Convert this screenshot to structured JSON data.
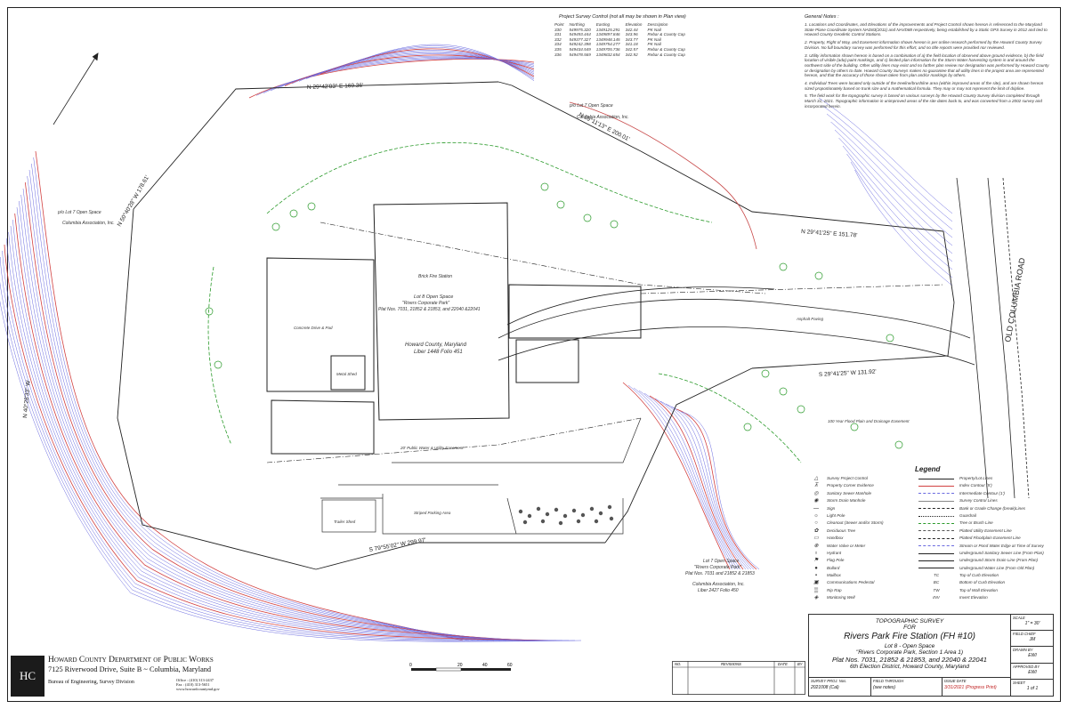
{
  "control": {
    "title": "Project Survey Control (not all may be shown in Plan view)",
    "headers": [
      "Point",
      "Northing",
      "Easting",
      "Elevation",
      "Description"
    ],
    "rows": [
      [
        "330",
        "549975.320",
        "1349125.291",
        "342.44",
        "PK Nail"
      ],
      [
        "331",
        "549493.444",
        "1349897.846",
        "343.96",
        "Rebar & County Cap"
      ],
      [
        "332",
        "549377.327",
        "1349948.145",
        "343.77",
        "PK Nail"
      ],
      [
        "334",
        "549242.398",
        "1349754.277",
        "341.18",
        "PK Nail"
      ],
      [
        "335",
        "549434.549",
        "1349705.736",
        "342.57",
        "Rebar & County Cap"
      ],
      [
        "336",
        "549478.569",
        "1349832.654",
        "342.92",
        "Rebar & County Cap"
      ]
    ]
  },
  "notes": {
    "title": "General Notes :",
    "items": [
      "1. Locations and Coordinates, and Elevations of the improvements and Project Control shown hereon is referenced to the Maryland State Plane Coordinate System NAD83(2011) and NAVD88 respectively, being established by a Static GPS Survey in 2012 and tied to Howard County Geodetic Control Stations.",
      "2. Property, Right of Way, and Easement information shown hereon is per online research performed by the Howard County Survey Division. No full boundary survey was performed for this effort, and no title reports were provided nor reviewed.",
      "3. Utility information shown hereon is based on a combination of a) the field location of observed above ground evidence, b) the field location of visible (ada) paint markings, and c) limited plan information for the Storm Water harvesting system in and around the northwest side of the building. Other utility lines may exist and no further plan review nor designation was performed by Howard County or designation by others to date. Howard County Surveys makes no guarantee that all utility lines in the project area are represented hereon, and that the accuracy of those shown taken from plan and/or markings by others.",
      "4. Individual Trees were located only outside of the treeline/brushline area (within improved areas of the site), and are shown hereon sized proportionately based on trunk size and a mathematical formula. They may or may not represent the limit of dripline.",
      "5. The field work for the topographic survey is based on various surveys by the Howard County Survey division completed through March 31, 2021. Topographic information in unimproved areas of the site dates back to, and was converted from a 2002 survey and incorporated herein."
    ]
  },
  "plan_labels": {
    "lot_main": "Lot 8 Open Space",
    "lot_main2": "\"Rivers Corporate Park\"",
    "lot_main3": "Plat Nos. 7031, 21852 & 21853, and 22040 &22041",
    "owner": "Howard County, Maryland",
    "liber": "Liber 1448 Folio 451",
    "building": "Brick Fire Station",
    "road": "OLD COLUMBIA ROAD",
    "bearing1": "N 29°42'03\" E   169.36'",
    "bearing2": "N 59°11'13\" E  200.01'",
    "bearing3": "N 29°41'25\" E   151.78'",
    "bearing4": "S 29°41'25\" W   131.92'",
    "bearing5": "S 79°55'02\" W   299.97'",
    "bearing6": "N 50°40'28\" W   178.61'",
    "bearing7": "N 40°28'33\" W",
    "open_space_nw": "p/o Lot 7 Open Space",
    "open_space_nw2": "Columbia Association, Inc.",
    "open_space_n": "p/o Lot 7 Open Space",
    "open_space_n2": "Columbia Association, Inc.",
    "open_space_s": "Lot 7 Open Space",
    "open_space_s2": "\"Rivers Corporate Park\"",
    "open_space_s3": "Plat Nos. 7031 and 21852 & 21853",
    "open_space_s4": "Columbia Association, Inc.",
    "open_space_s5": "Liber 2427 Folio 450",
    "concrete": "Concrete Drive & Pad",
    "asphalt": "Asphalt Paving",
    "striped": "Striped Parking Area",
    "metal_shed": "Metal Shed",
    "trailer": "Trailer Shed",
    "flood": "100 Year Flood Plain and Drainage Easement",
    "utility": "20' Public Water & Utility Easement"
  },
  "legend": {
    "title": "Legend",
    "left": [
      {
        "sym": "△",
        "label": "Survey Project Control"
      },
      {
        "sym": "⊼",
        "label": "Property Corner Evidence"
      },
      {
        "sym": "◎",
        "label": "Sanitary Sewer Manhole"
      },
      {
        "sym": "◉",
        "label": "Storm Drain Manhole"
      },
      {
        "sym": "—",
        "label": "Sign"
      },
      {
        "sym": "☼",
        "label": "Light Pole"
      },
      {
        "sym": "○",
        "label": "Cleanout (Sewer and/or Storm)"
      },
      {
        "sym": "✿",
        "label": "Deciduous Tree"
      },
      {
        "sym": "▭",
        "label": "Handbox"
      },
      {
        "sym": "⊗",
        "label": "Water Valve or Meter"
      },
      {
        "sym": "♁",
        "label": "Hydrant"
      },
      {
        "sym": "⚑",
        "label": "Flag Pole"
      },
      {
        "sym": "●",
        "label": "Bollard"
      },
      {
        "sym": "▪",
        "label": "Mailbox"
      },
      {
        "sym": "▣",
        "label": "Communications Pedestal"
      },
      {
        "sym": "▒",
        "label": "Rip Rap"
      },
      {
        "sym": "◈",
        "label": "Monitoring Well"
      }
    ],
    "right": [
      {
        "style": "solid-dark",
        "label": "Property/Lot Lines"
      },
      {
        "style": "solid-red",
        "label": "Index Contour (5')"
      },
      {
        "style": "dash-blue",
        "label": "Intermediate Contour (1')"
      },
      {
        "style": "solid-gray",
        "label": "Survey Control Lines"
      },
      {
        "style": "dash-dark",
        "label": "Bank or Grade Change (break)Lines"
      },
      {
        "style": "dot-dark",
        "label": "Guardrail"
      },
      {
        "style": "dash-green",
        "label": "Tree or Brush Line"
      },
      {
        "style": "dashdot",
        "label": "Platted Utility Easement Line"
      },
      {
        "style": "dash-dark",
        "label": "Platted Floodplain Easement Line"
      },
      {
        "style": "dash-blue",
        "label": "Stream or Pond Water Edge at Time of Survey"
      },
      {
        "style": "solid-dark",
        "label": "Underground Sanitary Sewer Line (From Plan)"
      },
      {
        "style": "solid-dark",
        "label": "Underground Storm Drain Line (From Plan)"
      },
      {
        "style": "solid-dark",
        "label": "Underground Water Line (From Old Plan)"
      },
      {
        "abbr": "TC",
        "label": "Top of Curb Elevation"
      },
      {
        "abbr": "BC",
        "label": "Bottom of Curb Elevation"
      },
      {
        "abbr": "TW",
        "label": "Top of Wall Elevation"
      },
      {
        "abbr": "INV",
        "label": "Invert Elevation"
      }
    ]
  },
  "title_block": {
    "line1": "TOPOGRAPHIC SURVEY",
    "line2": "FOR",
    "line3": "Rivers Park Fire Station (FH #10)",
    "line4": "Lot 8 - Open Space",
    "line5": "\"Rivers Corporate Park, Section 1 Area 1)",
    "line6": "Plat Nos. 7031, 21852 & 21853, and 22040 & 22041",
    "line7": "6th Election District, Howard County, Maryland",
    "scale_label": "SCALE",
    "scale_value": "1\" = 30'",
    "chief_label": "FIELD CHIEF",
    "chief_value": "JM",
    "drawn_label": "DRAWN BY",
    "drawn_value": "EWI",
    "approved_label": "APPROVED BY",
    "approved_value": "EWI",
    "sheet_label": "SHEET",
    "sheet_value": "1 of 1",
    "proj_label": "SURVEY PROJ. Nos.",
    "proj_value": "2021008 (Cal)",
    "through_label": "FIELD THROUGH",
    "through_value": "(see notes)",
    "issue_label": "ISSUE DATE",
    "issue_value": "3/31/2021 (Progress Print)"
  },
  "revisions": {
    "no": "NO.",
    "rev": "REVISIONS",
    "date": "DATE",
    "by": "BY"
  },
  "agency": {
    "logo": "HC",
    "name": "Howard County Department of Public Works",
    "address": "7125 Riverwood Drive, Suite B ~ Columbia, Maryland",
    "division": "Bureau of Engineering, Survey Division",
    "office": "Office : (410) 313-2437",
    "fax": "Fax :   (410) 313-5651",
    "web": "www.howardcountymd.gov"
  },
  "scale_bar": {
    "ticks": [
      "0",
      "20",
      "40",
      "60"
    ]
  },
  "colors": {
    "contour": "#6a6ae0",
    "index_contour": "#d24040",
    "property": "#222222",
    "tree": "#2a9a2a"
  }
}
